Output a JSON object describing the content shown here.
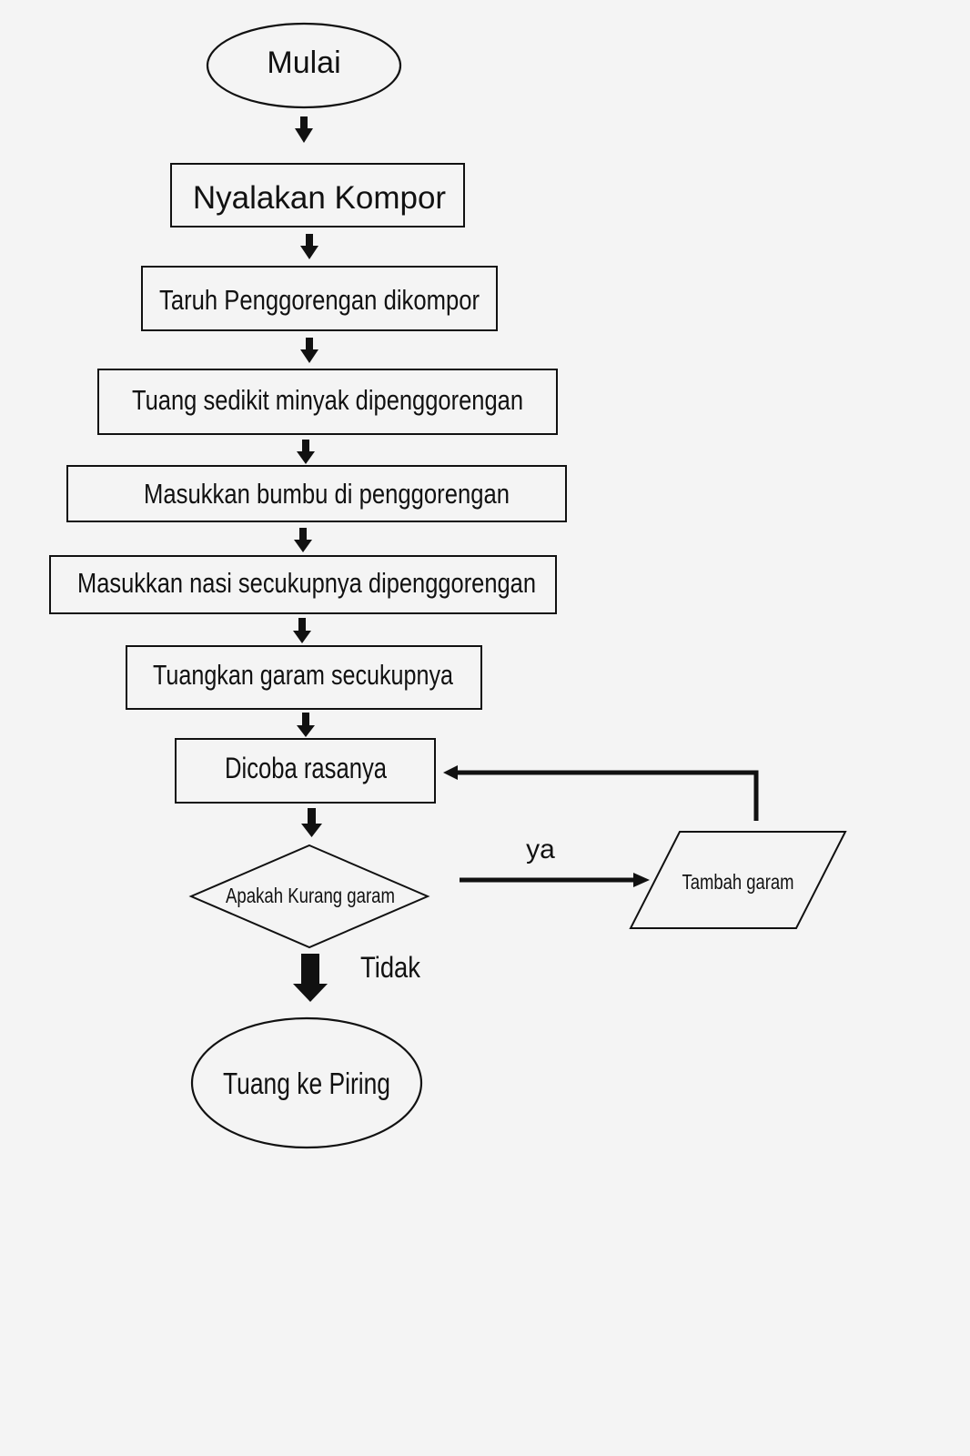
{
  "diagram": {
    "type": "flowchart",
    "nodes": [
      {
        "id": "start",
        "shape": "ellipse",
        "label": "Mulai"
      },
      {
        "id": "step1",
        "shape": "rect",
        "label": "Nyalakan Kompor"
      },
      {
        "id": "step2",
        "shape": "rect",
        "label": "Taruh Penggorengan dikompor"
      },
      {
        "id": "step3",
        "shape": "rect",
        "label": "Tuang sedikit minyak dipenggorengan"
      },
      {
        "id": "step4",
        "shape": "rect",
        "label": "Masukkan bumbu di penggorengan"
      },
      {
        "id": "step5",
        "shape": "rect",
        "label": "Masukkan nasi secukupnya dipenggorengan"
      },
      {
        "id": "step6",
        "shape": "rect",
        "label": "Tuangkan garam secukupnya"
      },
      {
        "id": "step7",
        "shape": "rect",
        "label": "Dicoba rasanya"
      },
      {
        "id": "decide",
        "shape": "diamond",
        "label": "Apakah Kurang garam"
      },
      {
        "id": "add",
        "shape": "parallelogram",
        "label": "Tambah garam"
      },
      {
        "id": "end",
        "shape": "ellipse",
        "label": "Tuang ke Piring"
      }
    ],
    "edges": [
      {
        "from": "start",
        "to": "step1"
      },
      {
        "from": "step1",
        "to": "step2"
      },
      {
        "from": "step2",
        "to": "step3"
      },
      {
        "from": "step3",
        "to": "step4"
      },
      {
        "from": "step4",
        "to": "step5"
      },
      {
        "from": "step5",
        "to": "step6"
      },
      {
        "from": "step6",
        "to": "step7"
      },
      {
        "from": "step7",
        "to": "decide"
      },
      {
        "from": "decide",
        "to": "add",
        "label": "ya"
      },
      {
        "from": "add",
        "to": "step7"
      },
      {
        "from": "decide",
        "to": "end",
        "label": "Tidak"
      }
    ]
  },
  "colors": {
    "background": "#f4f4f4",
    "stroke": "#111111",
    "text": "#111111"
  }
}
